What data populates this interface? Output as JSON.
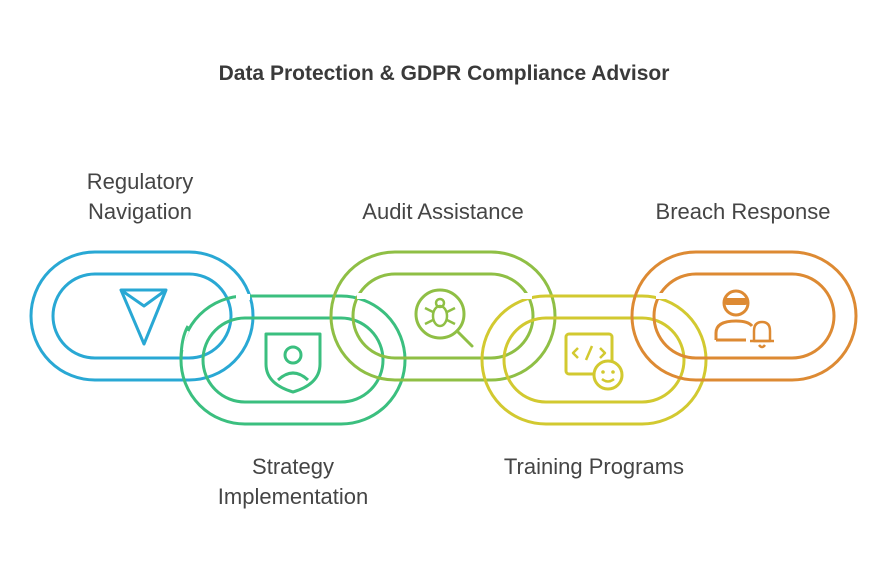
{
  "title": "Data Protection & GDPR Compliance Advisor",
  "links": [
    {
      "lines": [
        "Regulatory",
        "Navigation"
      ],
      "color": "#29a8d4",
      "icon": "navigation-arrow-icon"
    },
    {
      "lines": [
        "Strategy",
        "Implementation"
      ],
      "color": "#3bbf7f",
      "icon": "user-shield-icon"
    },
    {
      "lines": [
        "Audit Assistance"
      ],
      "color": "#8fbf45",
      "icon": "bug-search-icon"
    },
    {
      "lines": [
        "Training Programs"
      ],
      "color": "#d2c930",
      "icon": "code-training-icon"
    },
    {
      "lines": [
        "Breach Response"
      ],
      "color": "#dd8a33",
      "icon": "hacker-alert-icon"
    }
  ]
}
